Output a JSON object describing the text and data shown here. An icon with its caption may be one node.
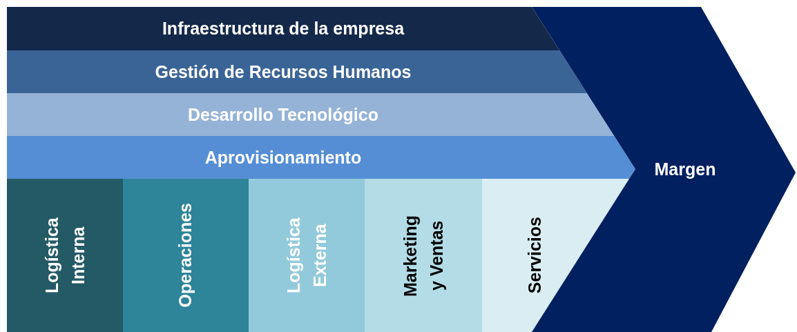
{
  "diagram": {
    "nodes": [
      {
        "text": [
          "Infraestructura de la empresa"
        ]
      },
      {
        "text": [
          "Gestión de Recursos Humanos"
        ]
      },
      {
        "text": [
          "Desarrollo Tecnológico"
        ]
      },
      {
        "text": [
          "Aprovisionamiento"
        ]
      },
      {
        "text": [
          "Logística Interna"
        ]
      },
      {
        "text": [
          "Operaciones"
        ]
      },
      {
        "text": [
          "Logística Externa"
        ]
      },
      {
        "text": [
          "Marketing y Ventas"
        ]
      },
      {
        "text": [
          "Servicios"
        ]
      },
      {
        "text": [
          "Margen"
        ]
      }
    ]
  }
}
